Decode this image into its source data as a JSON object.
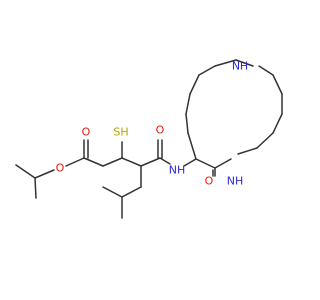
{
  "colors": {
    "bond": "#333333",
    "oxygen": "#e8190c",
    "nitrogen": "#2b2bd9",
    "sulfur": "#b3a300",
    "background": "#ffffff"
  },
  "atoms": {
    "ester_o_single": "O",
    "ester_o_double": "O",
    "thiol": "SH",
    "amide_o": "O",
    "amide_nh": "NH",
    "ring_nh_top": "N",
    "ring_h_top": "H",
    "ring_lactam_o": "O",
    "ring_nh_bottom": "NH"
  }
}
